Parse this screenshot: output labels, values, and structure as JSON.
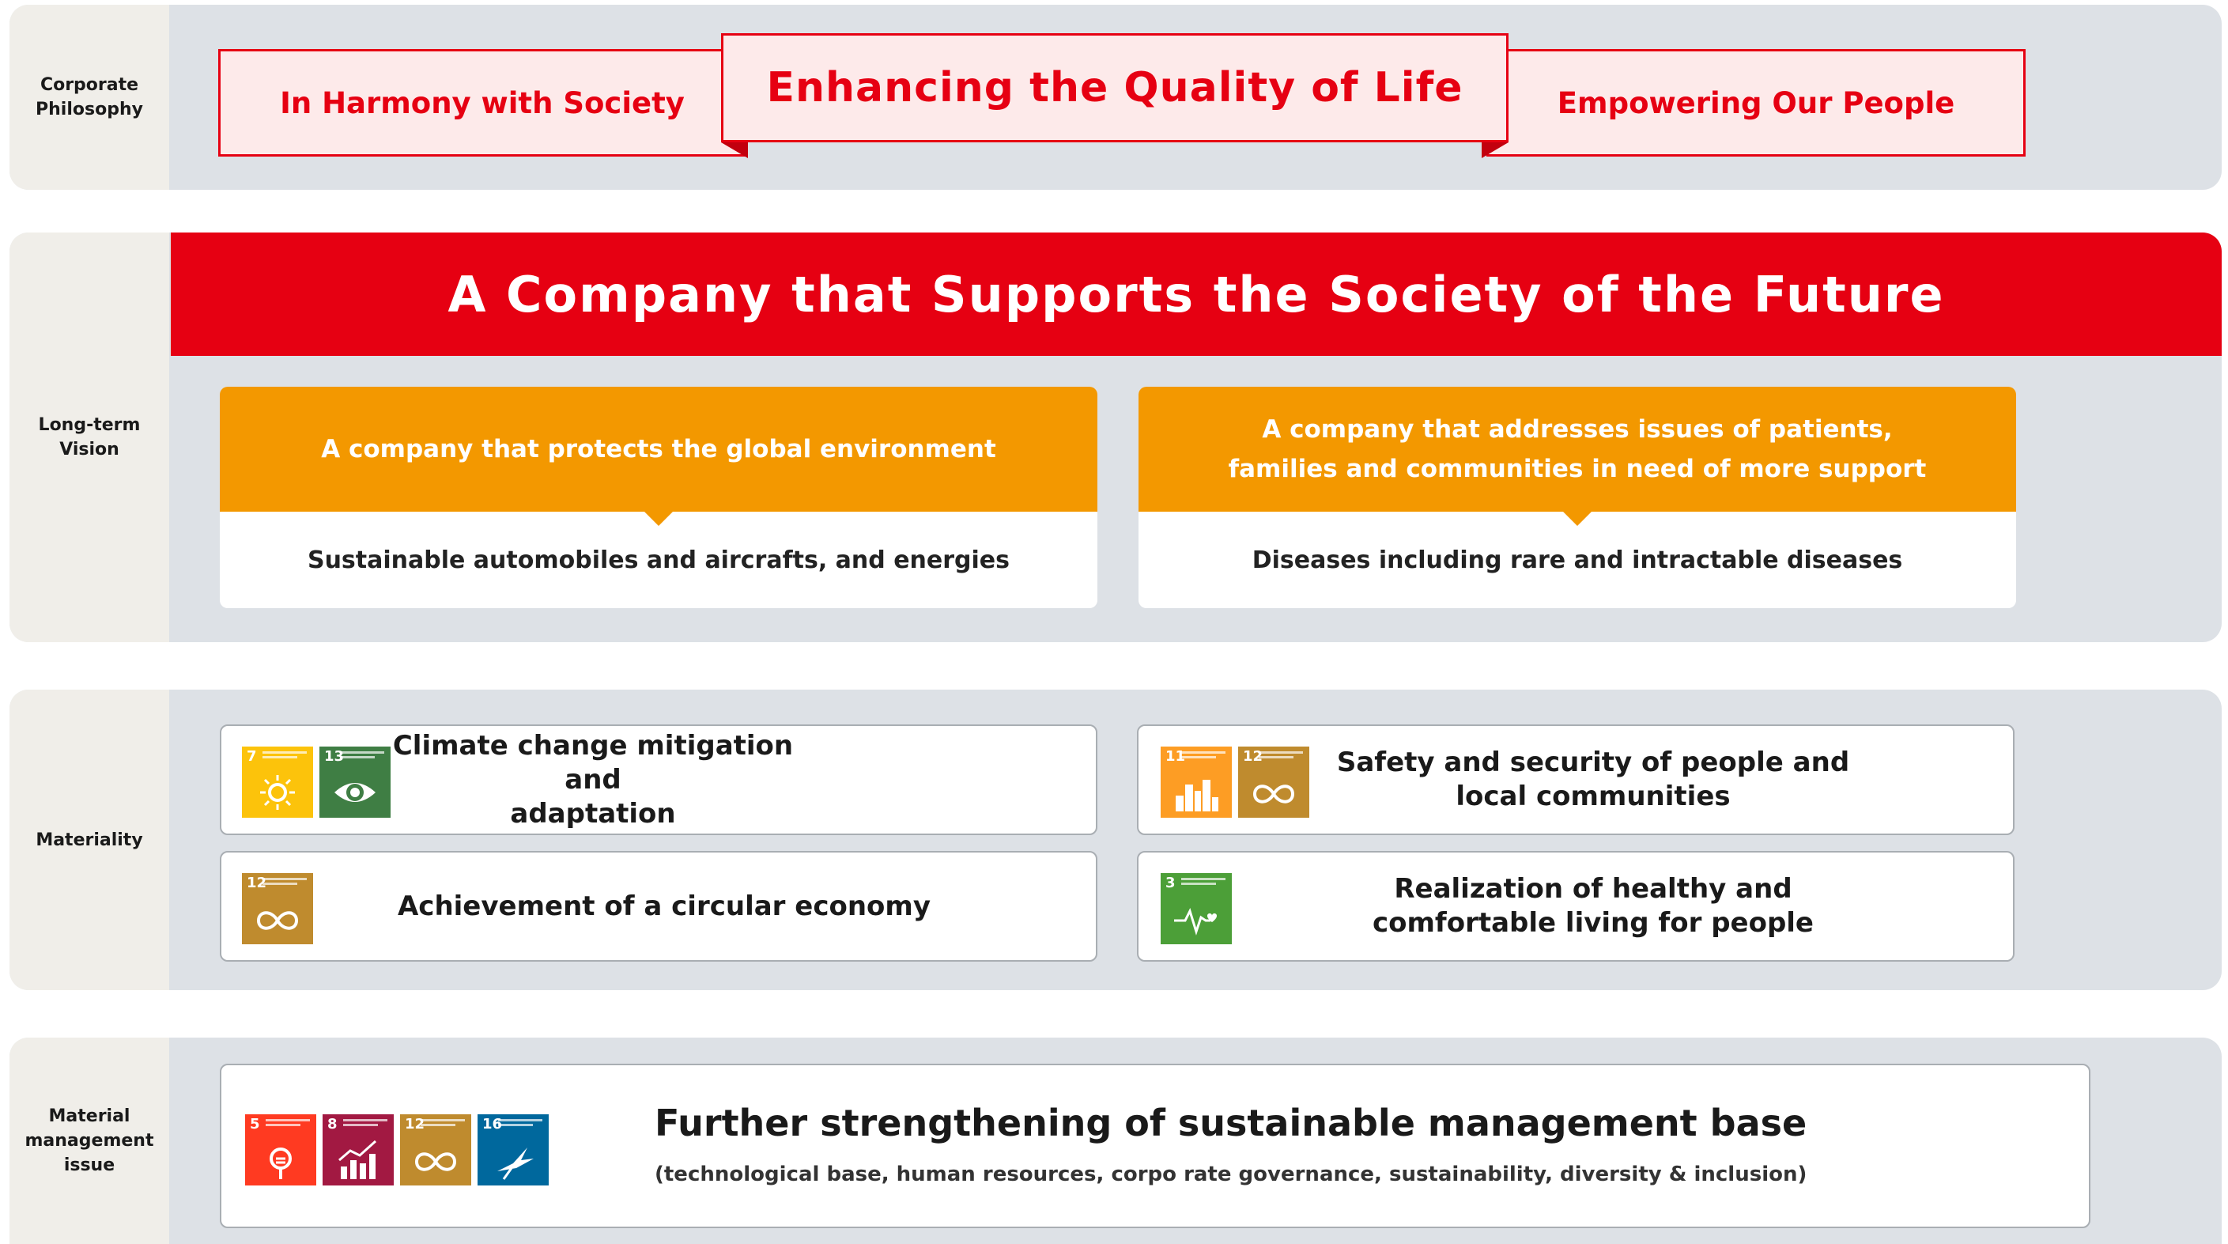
{
  "corporate_philosophy": {
    "label": "Corporate\nPhilosophy",
    "left": "In Harmony with Society",
    "center": "Enhancing the  Quality of Life",
    "right": "Empowering Our People"
  },
  "long_term_vision": {
    "label": "Long-term\nVision",
    "headline": "A Company that Supports  the Society of the Future",
    "cards": [
      {
        "title": "A company that protects the global environment",
        "detail": "Sustainable automobiles and aircrafts, and energies"
      },
      {
        "title": "A company that addresses issues of patients,\nfamilies and communities in need of more support",
        "detail": "Diseases including rare and intractable diseases"
      }
    ]
  },
  "materiality": {
    "label": "Materiality",
    "items": [
      {
        "text": "Climate change mitigation and\nadaptation",
        "sdg_icons": [
          {
            "num": "7",
            "icon": "sun-icon",
            "color": "#FCC30B"
          },
          {
            "num": "13",
            "icon": "eye-globe-icon",
            "color": "#3F7E44"
          }
        ]
      },
      {
        "text": "Safety and security of people and\nlocal communities",
        "sdg_icons": [
          {
            "num": "11",
            "icon": "city-icon",
            "color": "#FD9D24"
          },
          {
            "num": "12",
            "icon": "infinity-icon",
            "color": "#BF8B2E"
          }
        ]
      },
      {
        "text": "Achievement of a circular economy",
        "sdg_icons": [
          {
            "num": "12",
            "icon": "infinity-icon",
            "color": "#BF8B2E"
          }
        ]
      },
      {
        "text": "Realization of healthy and\ncomfortable living for people",
        "sdg_icons": [
          {
            "num": "3",
            "icon": "heartbeat-icon",
            "color": "#4C9F38"
          }
        ]
      }
    ]
  },
  "material_management": {
    "label": "Material\nmanagement\nissue",
    "title": "Further strengthening of  sustainable management base",
    "subtitle": "(technological base, human resources, corpo  rate governance, sustainability, diversity & inclusion)",
    "sdg_icons": [
      {
        "num": "5",
        "icon": "gender-equality-icon",
        "color": "#FF3A21"
      },
      {
        "num": "8",
        "icon": "growth-chart-icon",
        "color": "#A21942"
      },
      {
        "num": "12",
        "icon": "infinity-icon",
        "color": "#BF8B2E"
      },
      {
        "num": "16",
        "icon": "dove-icon",
        "color": "#00689D"
      }
    ]
  },
  "colors": {
    "brand_red": "#E60012",
    "orange": "#F39800",
    "band_gray": "#DDE1E6",
    "label_beige": "#F0EEE9"
  }
}
